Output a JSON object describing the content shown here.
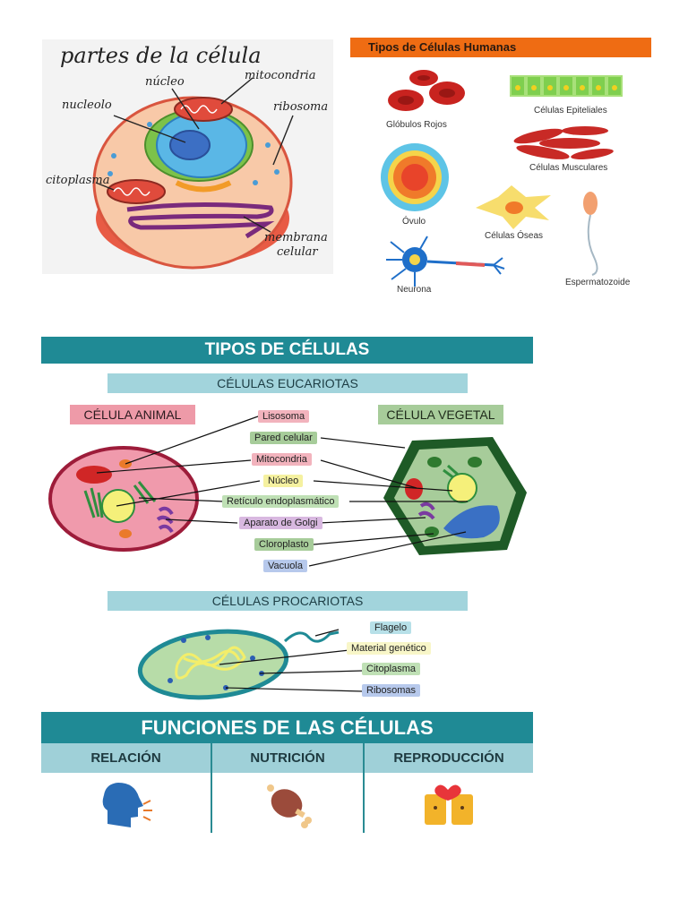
{
  "cell_parts": {
    "title": "partes de la célula",
    "labels": {
      "nucleo": "núcleo",
      "mitocondria": "mitocondria",
      "nucleolo": "nucleolo",
      "ribosoma": "ribosoma",
      "citoplasma": "citoplasma",
      "membrana_1": "membrana",
      "membrana_2": "celular"
    }
  },
  "human_cells": {
    "title": "Tipos de Células Humanas",
    "items": [
      "Glóbulos Rojos",
      "Células Epiteliales",
      "Células Musculares",
      "Óvulo",
      "Células Óseas",
      "Neurona",
      "Espermatozoide"
    ]
  },
  "cell_types": {
    "title": "TIPOS DE CÉLULAS",
    "eukaryotes": "CÉLULAS EUCARIOTAS",
    "animal": "CÉLULA ANIMAL",
    "plant": "CÉLULA VEGETAL",
    "organelles": [
      "Lisosoma",
      "Pared celular",
      "Mitocondria",
      "Núcleo",
      "Retículo endoplasmático",
      "Aparato de Golgi",
      "Cloroplasto",
      "Vacuola"
    ],
    "prokaryotes": "CÉLULAS PROCARIOTAS",
    "prokaryote_parts": [
      "Flagelo",
      "Material genético",
      "Citoplasma",
      "Ribosomas"
    ]
  },
  "functions": {
    "title": "FUNCIONES DE LAS CÉLULAS",
    "columns": [
      "RELACIÓN",
      "NUTRICIÓN",
      "REPRODUCCIÓN"
    ]
  },
  "colors": {
    "teal": "#1f8a95",
    "light_teal": "#9fd0d8",
    "orange": "#ef6c13",
    "animal_pink": "#ee9aa8",
    "plant_green": "#a7cc9a"
  }
}
